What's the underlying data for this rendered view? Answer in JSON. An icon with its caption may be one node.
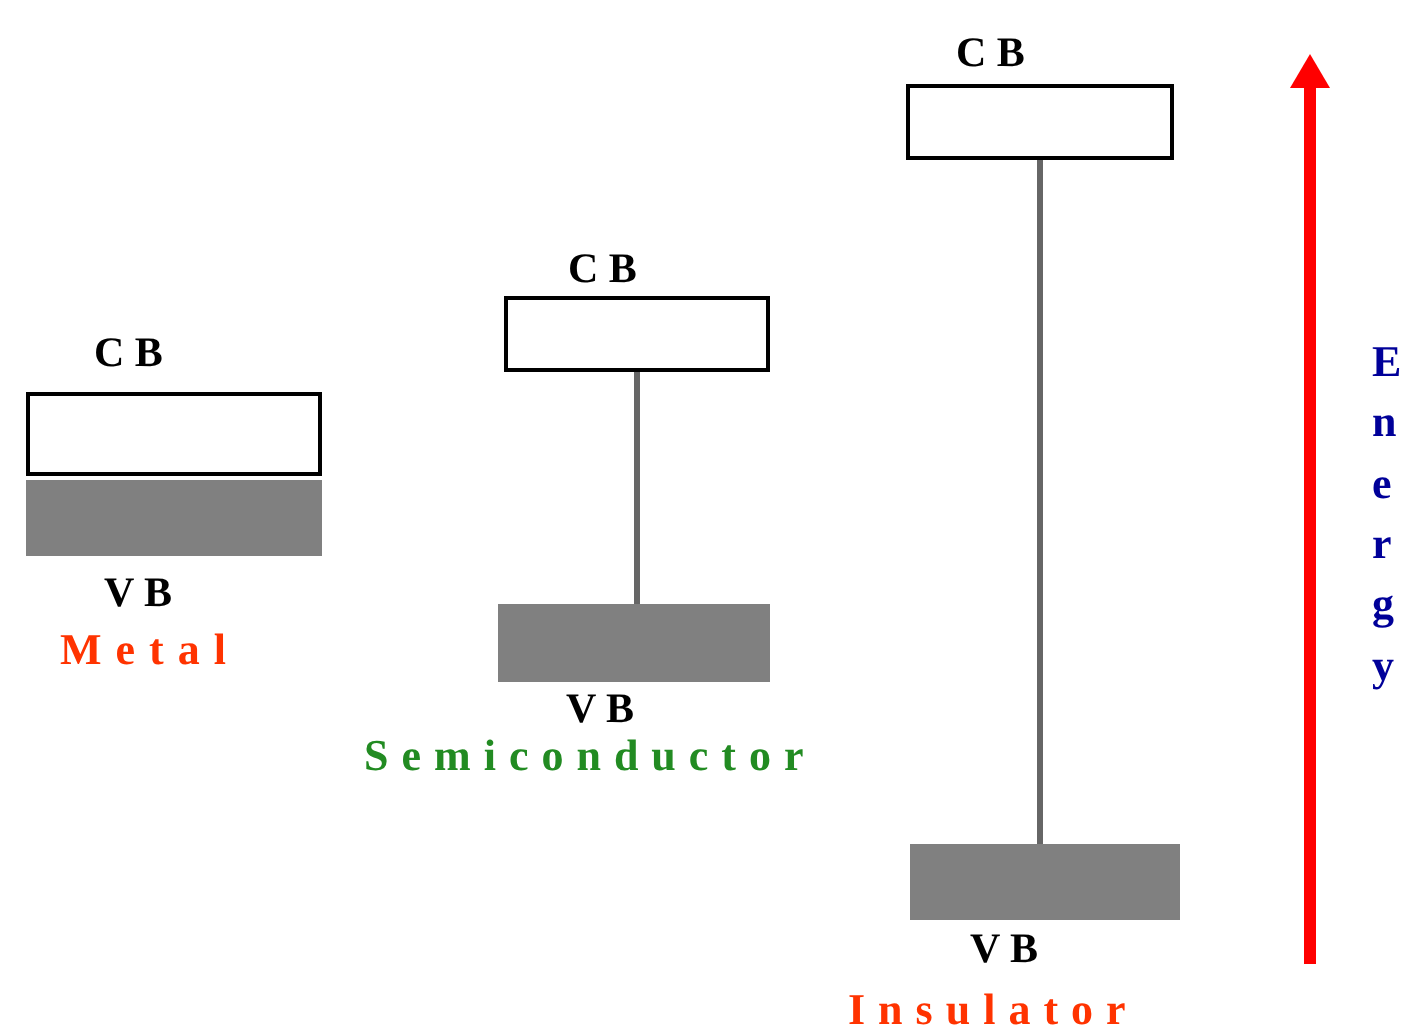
{
  "diagram": {
    "nodes": [
      {
        "text": [
          "C B"
        ]
      },
      {
        "text": [
          "V B"
        ]
      },
      {
        "text": [
          "C B"
        ]
      },
      {
        "text": [
          "V B"
        ]
      },
      {
        "text": [
          "C B"
        ]
      },
      {
        "text": [
          "V B"
        ]
      }
    ],
    "edges": [
      {
        "from": 2,
        "to": 3,
        "arrow": "none"
      },
      {
        "from": 4,
        "to": 5,
        "arrow": "none"
      }
    ],
    "labels": [
      "Metal",
      "Semiconductor",
      "Insulator",
      "Energy"
    ]
  }
}
